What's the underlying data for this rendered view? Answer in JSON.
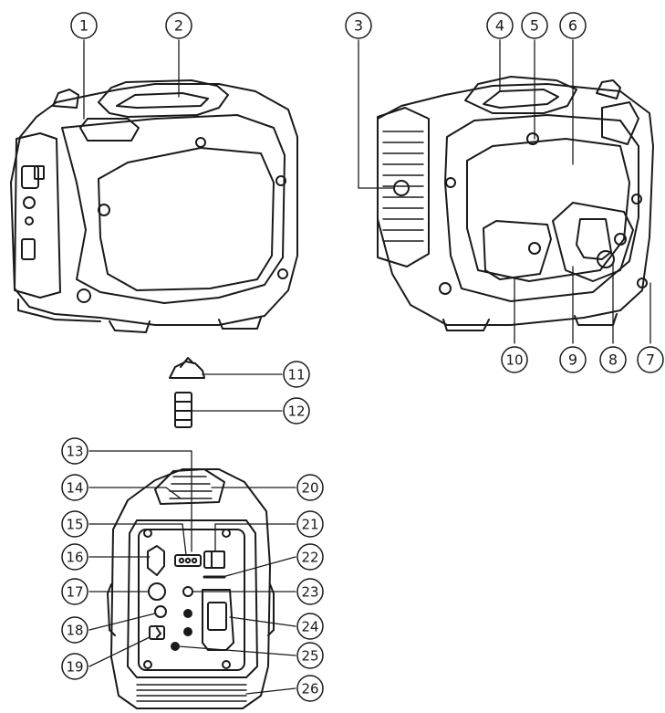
{
  "callouts": [
    {
      "id": "c1",
      "label": "1"
    },
    {
      "id": "c2",
      "label": "2"
    },
    {
      "id": "c3",
      "label": "3"
    },
    {
      "id": "c4",
      "label": "4"
    },
    {
      "id": "c5",
      "label": "5"
    },
    {
      "id": "c6",
      "label": "6"
    },
    {
      "id": "c7",
      "label": "7"
    },
    {
      "id": "c8",
      "label": "8"
    },
    {
      "id": "c9",
      "label": "9"
    },
    {
      "id": "c10",
      "label": "10"
    },
    {
      "id": "c11",
      "label": "11"
    },
    {
      "id": "c12",
      "label": "12"
    },
    {
      "id": "c13",
      "label": "13"
    },
    {
      "id": "c14",
      "label": "14"
    },
    {
      "id": "c15",
      "label": "15"
    },
    {
      "id": "c16",
      "label": "16"
    },
    {
      "id": "c17",
      "label": "17"
    },
    {
      "id": "c18",
      "label": "18"
    },
    {
      "id": "c19",
      "label": "19"
    },
    {
      "id": "c20",
      "label": "20"
    },
    {
      "id": "c21",
      "label": "21"
    },
    {
      "id": "c22",
      "label": "22"
    },
    {
      "id": "c23",
      "label": "23"
    },
    {
      "id": "c24",
      "label": "24"
    },
    {
      "id": "c25",
      "label": "25"
    },
    {
      "id": "c26",
      "label": "26"
    }
  ],
  "colors": {
    "line": "#1a1a1a",
    "background": "#ffffff"
  }
}
